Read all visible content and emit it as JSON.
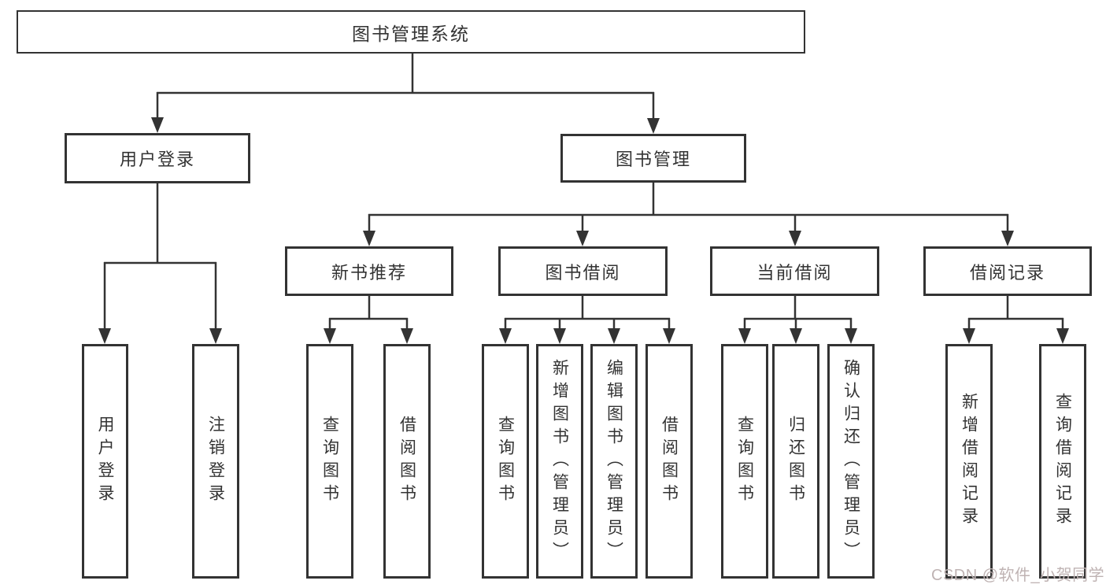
{
  "diagram": {
    "root": {
      "label": "图书管理系统"
    },
    "level2": [
      {
        "label": "用户登录"
      },
      {
        "label": "图书管理"
      }
    ],
    "level3": [
      {
        "label": "新书推荐"
      },
      {
        "label": "图书借阅"
      },
      {
        "label": "当前借阅"
      },
      {
        "label": "借阅记录"
      }
    ],
    "leaves": {
      "user_login": [
        "用户登录",
        "注销登录"
      ],
      "new_book_recommend": [
        "查询图书",
        "借阅图书"
      ],
      "book_borrow": [
        "查询图书",
        "新增图书（管理员）",
        "编辑图书（管理员）",
        "借阅图书"
      ],
      "current_borrow": [
        "查询图书",
        "归还图书",
        "确认归还（管理员）"
      ],
      "borrow_records": [
        "新增借阅记录",
        "查询借阅记录"
      ]
    }
  },
  "watermark": {
    "text": "CSDN @软件_小贺同学"
  },
  "colors": {
    "line": "#333333",
    "text": "#333333",
    "background": "#ffffff",
    "watermark": "#bfb3b3"
  }
}
